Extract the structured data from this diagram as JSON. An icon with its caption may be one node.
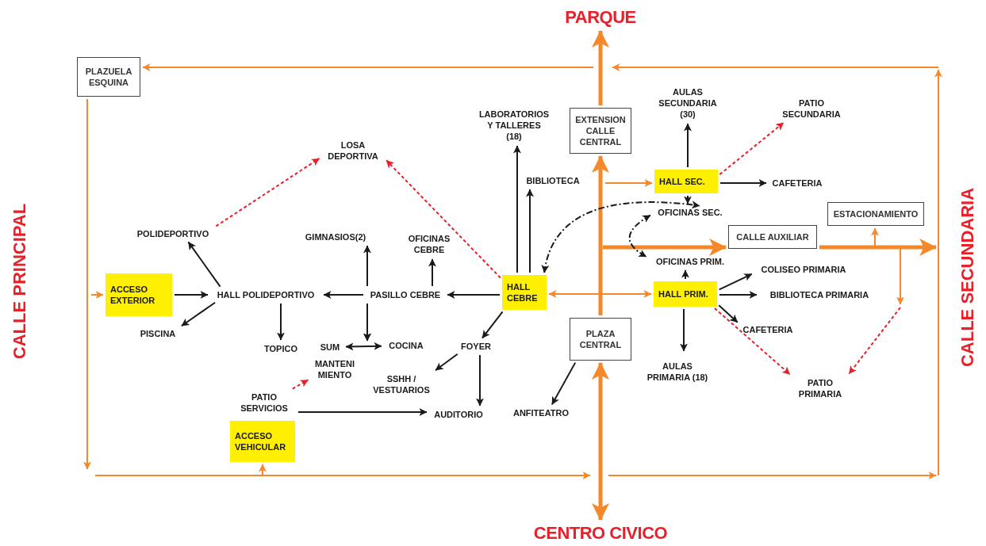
{
  "diagram": {
    "nodes": [
      {
        "text": [
          "PARQUE"
        ]
      },
      {
        "text": [
          "PLAZUELA ESQUINA"
        ]
      },
      {
        "text": [
          "LABORATORIOS Y TALLERES (18)"
        ]
      },
      {
        "text": [
          "EXTENSION CALLE CENTRAL"
        ]
      },
      {
        "text": [
          "AULAS SECUNDARIA (30)"
        ]
      },
      {
        "text": [
          "PATIO SECUNDARIA"
        ]
      },
      {
        "text": [
          "LOSA DEPORTIVA"
        ]
      },
      {
        "text": [
          "BIBLIOTECA"
        ]
      },
      {
        "text": [
          "HALL SEC."
        ]
      },
      {
        "text": [
          "CAFETERIA"
        ]
      },
      {
        "text": [
          "OFICINAS SEC."
        ]
      },
      {
        "text": [
          "ESTACIONAMIENTO"
        ]
      },
      {
        "text": [
          "POLIDEPORTIVO"
        ]
      },
      {
        "text": [
          "GIMNASIOS(2)"
        ]
      },
      {
        "text": [
          "OFICINAS CEBRE"
        ]
      },
      {
        "text": [
          "CALLE AUXILIAR"
        ]
      },
      {
        "text": [
          "OFICINAS PRIM."
        ]
      },
      {
        "text": [
          "COLISEO PRIMARIA"
        ]
      },
      {
        "text": [
          "ACCESO EXTERIOR"
        ]
      },
      {
        "text": [
          "HALL POLIDEPORTIVO"
        ]
      },
      {
        "text": [
          "PASILLO CEBRE"
        ]
      },
      {
        "text": [
          "HALL CEBRE"
        ]
      },
      {
        "text": [
          "HALL PRIM."
        ]
      },
      {
        "text": [
          "BIBLIOTECA PRIMARIA"
        ]
      },
      {
        "text": [
          "CAFETERIA"
        ]
      },
      {
        "text": [
          "PISCINA"
        ]
      },
      {
        "text": [
          "TOPICO"
        ]
      },
      {
        "text": [
          "SUM"
        ]
      },
      {
        "text": [
          "COCINA"
        ]
      },
      {
        "text": [
          "FOYER"
        ]
      },
      {
        "text": [
          "PLAZA CENTRAL"
        ]
      },
      {
        "text": [
          "AULAS PRIMARIA (18)"
        ]
      },
      {
        "text": [
          "MANTENI MIENTO"
        ]
      },
      {
        "text": [
          "SSHH / VESTUARIOS"
        ]
      },
      {
        "text": [
          "PATIO SERVICIOS"
        ]
      },
      {
        "text": [
          "AUDITORIO"
        ]
      },
      {
        "text": [
          "ANFITEATRO"
        ]
      },
      {
        "text": [
          "PATIO PRIMARIA"
        ]
      },
      {
        "text": [
          "ACCESO VEHICULAR"
        ]
      },
      {
        "text": [
          "CENTRO CIVICO"
        ]
      },
      {
        "text": [
          "CALLE PRINCIPAL"
        ]
      },
      {
        "text": [
          "CALLE SECUNDARIA"
        ]
      }
    ],
    "edges": [
      {
        "from": 3,
        "to": 0,
        "arrow": "to",
        "style": "thick",
        "color": "#f5882a"
      },
      {
        "from": 30,
        "to": 3,
        "arrow": "to",
        "style": "thick",
        "color": "#f5882a"
      },
      {
        "from": 30,
        "to": 39,
        "arrow": "both",
        "style": "thick",
        "color": "#f5882a"
      },
      {
        "from": null,
        "to": 1,
        "arrow": "to",
        "color": "#f5882a"
      },
      {
        "from": 1,
        "to": null,
        "arrow": "to",
        "color": "#f5882a"
      },
      {
        "from": null,
        "to": 18,
        "arrow": "to",
        "color": "#f5882a"
      },
      {
        "from": null,
        "to": 38,
        "arrow": "to",
        "color": "#f5882a"
      },
      {
        "from": null,
        "to": 8,
        "arrow": "to",
        "color": "#f5882a"
      },
      {
        "from": null,
        "to": 15,
        "arrow": "to",
        "style": "thick",
        "color": "#f5882a"
      },
      {
        "from": 15,
        "to": 41,
        "arrow": "to",
        "style": "thick",
        "color": "#f5882a"
      },
      {
        "from": null,
        "to": 11,
        "arrow": "to",
        "color": "#f5882a"
      },
      {
        "from": 21,
        "to": 22,
        "arrow": "both",
        "color": "#f5882a"
      },
      {
        "from": 18,
        "to": 19,
        "arrow": "to"
      },
      {
        "from": 19,
        "to": 12,
        "arrow": "to"
      },
      {
        "from": 19,
        "to": 25,
        "arrow": "to"
      },
      {
        "from": 19,
        "to": 26,
        "arrow": "to"
      },
      {
        "from": 20,
        "to": 19,
        "arrow": "to"
      },
      {
        "from": 20,
        "to": 13,
        "arrow": "to"
      },
      {
        "from": 20,
        "to": 14,
        "arrow": "to"
      },
      {
        "from": 20,
        "to": 27,
        "arrow": "to"
      },
      {
        "from": 27,
        "to": 28,
        "arrow": "both"
      },
      {
        "from": 21,
        "to": 20,
        "arrow": "to"
      },
      {
        "from": 21,
        "to": 29,
        "arrow": "to"
      },
      {
        "from": 21,
        "to": 2,
        "arrow": "to"
      },
      {
        "from": 21,
        "to": 7,
        "arrow": "to"
      },
      {
        "from": 21,
        "to": 6,
        "arrow": "to",
        "style": "dashed",
        "color": "#e8202a"
      },
      {
        "from": 12,
        "to": 6,
        "arrow": "to",
        "style": "dashed",
        "color": "#e8202a"
      },
      {
        "from": 29,
        "to": 33,
        "arrow": "to"
      },
      {
        "from": 29,
        "to": 35,
        "arrow": "to"
      },
      {
        "from": 34,
        "to": 35,
        "arrow": "to"
      },
      {
        "from": 34,
        "to": 32,
        "arrow": "to",
        "style": "dashed",
        "color": "#e8202a"
      },
      {
        "from": 30,
        "to": 36,
        "arrow": "to"
      },
      {
        "from": 21,
        "to": 10,
        "arrow": "both",
        "style": "dashed"
      },
      {
        "from": 10,
        "to": 16,
        "arrow": "both",
        "style": "dashed"
      },
      {
        "from": 8,
        "to": 4,
        "arrow": "to"
      },
      {
        "from": 8,
        "to": 5,
        "arrow": "to",
        "style": "dashed",
        "color": "#e8202a"
      },
      {
        "from": 8,
        "to": 9,
        "arrow": "to"
      },
      {
        "from": 8,
        "to": 10,
        "arrow": "to"
      },
      {
        "from": 22,
        "to": 16,
        "arrow": "to"
      },
      {
        "from": 22,
        "to": 17,
        "arrow": "to"
      },
      {
        "from": 22,
        "to": 23,
        "arrow": "to"
      },
      {
        "from": 22,
        "to": 24,
        "arrow": "to"
      },
      {
        "from": 22,
        "to": 31,
        "arrow": "to"
      },
      {
        "from": 22,
        "to": 37,
        "arrow": "to",
        "style": "dashed",
        "color": "#e8202a"
      },
      {
        "from": null,
        "to": 37,
        "arrow": "to",
        "style": "dashed",
        "color": "#e8202a"
      },
      {
        "from": 20,
        "to": 28,
        "arrow": "to"
      }
    ]
  }
}
